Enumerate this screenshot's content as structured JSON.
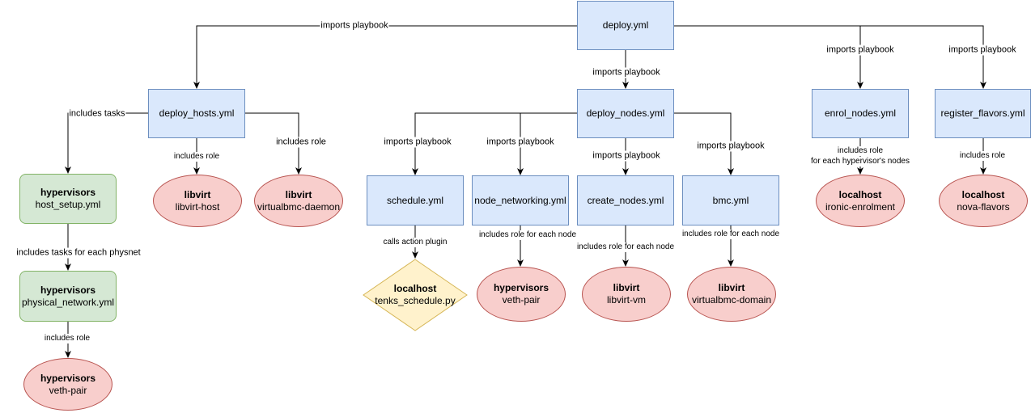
{
  "colors": {
    "file_fill": "#dae8fc",
    "file_stroke": "#6c8ebf",
    "playbook_fill": "#d5e8d4",
    "playbook_stroke": "#82b366",
    "role_fill": "#f8cecc",
    "role_stroke": "#b85450",
    "plugin_fill": "#fff2cc",
    "plugin_stroke": "#d6b656",
    "edge": "#000000"
  },
  "nodes": {
    "deploy": "deploy.yml",
    "deploy_hosts": "deploy_hosts.yml",
    "deploy_nodes": "deploy_nodes.yml",
    "enrol_nodes": "enrol_nodes.yml",
    "register_flavors": "register_flavors.yml",
    "schedule": "schedule.yml",
    "node_networking": "node_networking.yml",
    "create_nodes": "create_nodes.yml",
    "bmc": "bmc.yml",
    "host_setup": {
      "host": "hypervisors",
      "file": "host_setup.yml"
    },
    "physical_network": {
      "host": "hypervisors",
      "file": "physical_network.yml"
    },
    "veth_pair_hosts": {
      "host": "hypervisors",
      "file": "veth-pair"
    },
    "libvirt_host": {
      "host": "libvirt",
      "file": "libvirt-host"
    },
    "vbmc_daemon": {
      "host": "libvirt",
      "file": "virtualbmc-daemon"
    },
    "tenks_schedule": {
      "host": "localhost",
      "file": "tenks_schedule.py"
    },
    "veth_pair_nodes": {
      "host": "hypervisors",
      "file": "veth-pair"
    },
    "libvirt_vm": {
      "host": "libvirt",
      "file": "libvirt-vm"
    },
    "vbmc_domain": {
      "host": "libvirt",
      "file": "virtualbmc-domain"
    },
    "ironic_enrolment": {
      "host": "localhost",
      "file": "ironic-enrolment"
    },
    "nova_flavors": {
      "host": "localhost",
      "file": "nova-flavors"
    }
  },
  "edge_labels": {
    "deploy_to_hosts": "imports playbook",
    "deploy_to_nodes": "imports playbook",
    "deploy_to_enrol": "imports playbook",
    "deploy_to_flavors": "imports playbook",
    "hosts_to_setup": "includes tasks",
    "hosts_to_libvirt": "includes role",
    "hosts_to_vbmc": "includes role",
    "setup_to_physnet": "includes tasks for each physnet",
    "physnet_to_veth": "includes role",
    "nodes_to_schedule": "imports playbook",
    "nodes_to_networking": "imports playbook",
    "nodes_to_create": "imports playbook",
    "nodes_to_bmc": "imports playbook",
    "schedule_to_plugin": "calls action plugin",
    "networking_to_veth": "includes role for each node",
    "create_to_vm": "includes role for each node",
    "bmc_to_domain": "includes role for each node",
    "enrol_to_ironic_1": "includes role",
    "enrol_to_ironic_2": "for each hypervisor's nodes",
    "flavors_to_nova": "includes role"
  }
}
